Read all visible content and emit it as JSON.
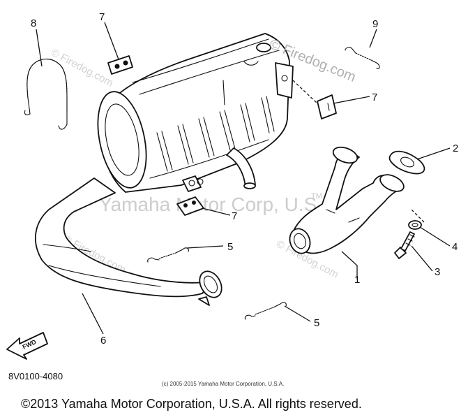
{
  "diagram": {
    "callouts": {
      "c1": "1",
      "c2": "2",
      "c3": "3",
      "c4": "4",
      "c5a": "5",
      "c5b": "5",
      "c6": "6",
      "c7a": "7",
      "c7b": "7",
      "c7c": "7",
      "c8": "8",
      "c9": "9"
    },
    "watermarks": {
      "firedog_main": "© Firedog.com",
      "firedog_faint_1": "© Firedog.com",
      "firedog_faint_2": "© Firedog.com",
      "firedog_faint_3": "© Firedog.com",
      "yamaha": "Yamaha Motor Corp, U.S.A.",
      "tm": "TM"
    },
    "fwd_label": "FWD",
    "part_code": "8V0100-4080",
    "small_copyright": "(c) 2005-2015 Yamaha Motor Corporation, U.S.A.",
    "footer_copyright": "©2013 Yamaha Motor Corporation, U.S.A. All rights reserved."
  }
}
